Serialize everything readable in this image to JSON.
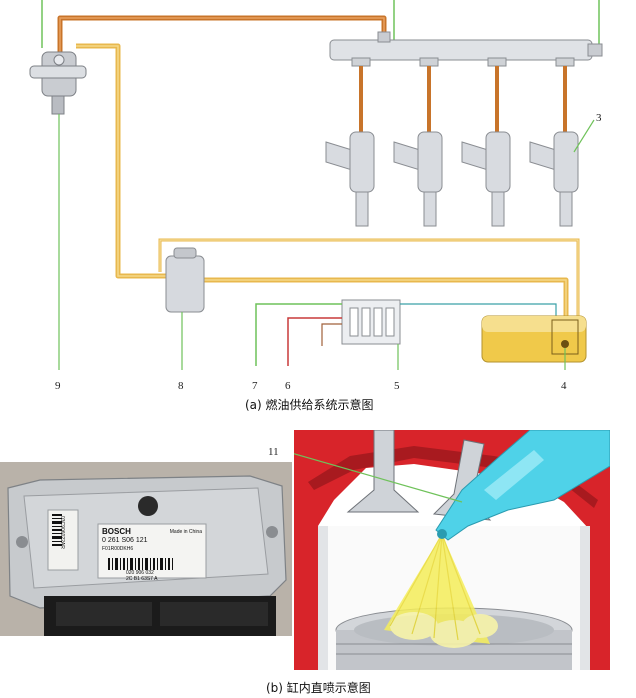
{
  "diagram_a": {
    "caption": "(a) 燃油供给系统示意图",
    "callouts": [
      "9",
      "8",
      "7",
      "6",
      "5",
      "4",
      "3"
    ]
  },
  "diagram_b": {
    "caption": "(b) 缸内直喷示意图",
    "callouts": [
      "11"
    ]
  },
  "ecu": {
    "brand": "BOSCH",
    "origin": "Made in China",
    "part_number": "0 261 S06 121",
    "code_a": "F01R00DKH6",
    "code_b": "020 906 032",
    "code_c": "2C B1 63S7 A",
    "sticker_vertical": "03C906022AR"
  },
  "colors": {
    "high_pressure_line": "#c8742a",
    "low_pressure_line": "#e8b84e",
    "signal_green": "#6fc25a",
    "signal_red": "#c83a3a",
    "fuel_tank": "#f0c94a",
    "cylinder_red": "#d8242a",
    "injector_cyan": "#4fd2e8",
    "spray_yellow": "#f5ee5a"
  }
}
